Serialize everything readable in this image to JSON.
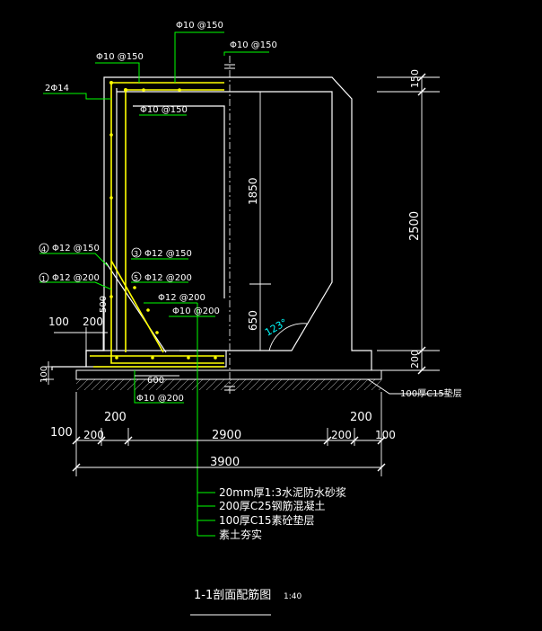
{
  "colors": {
    "background": "#000000",
    "outline": "#ffffff",
    "rebar": "#ffff00",
    "leader": "#00ff00",
    "text_white": "#ffffff",
    "text_cyan": "#00ffff",
    "ground": "#9a9a9a"
  },
  "rebar_labels": {
    "top1": "Φ10 @150",
    "top2": "Φ10 @150",
    "top3": "Φ10 @150",
    "inner": "Φ10 @150",
    "bar2": "2Φ14",
    "r4": "Φ12 @150",
    "r4_num": "4",
    "r1": "Φ12 @200",
    "r1_num": "1",
    "r3": "Φ12 @150",
    "r3_num": "3",
    "r5": "Φ12 @200",
    "r5_num": "5",
    "r6": "Φ12 @200",
    "r7": "Φ10 @200",
    "bottom": "Φ10 @200"
  },
  "dimensions": {
    "d150": "150",
    "d2500": "2500",
    "d1850": "1850",
    "d650": "650",
    "d200r": "200",
    "angle": "123°",
    "d500": "500",
    "d100l": "100",
    "d200l": "200",
    "d100v": "100",
    "d600": "600",
    "d200a": "200",
    "d200b": "200",
    "d100c": "100",
    "d200c": "200",
    "d2900": "2900",
    "d200d": "200",
    "d100d": "100",
    "d3900": "3900"
  },
  "layers": {
    "l1": "20mm厚1:3水泥防水砂浆",
    "l2": "200厚C25钢筋混凝土",
    "l3": "100厚C15素砼垫层",
    "l4": "素土夯实"
  },
  "cushion_note": "100厚C15垫层",
  "title": "1-1剖面配筋图",
  "scale": "1:40"
}
